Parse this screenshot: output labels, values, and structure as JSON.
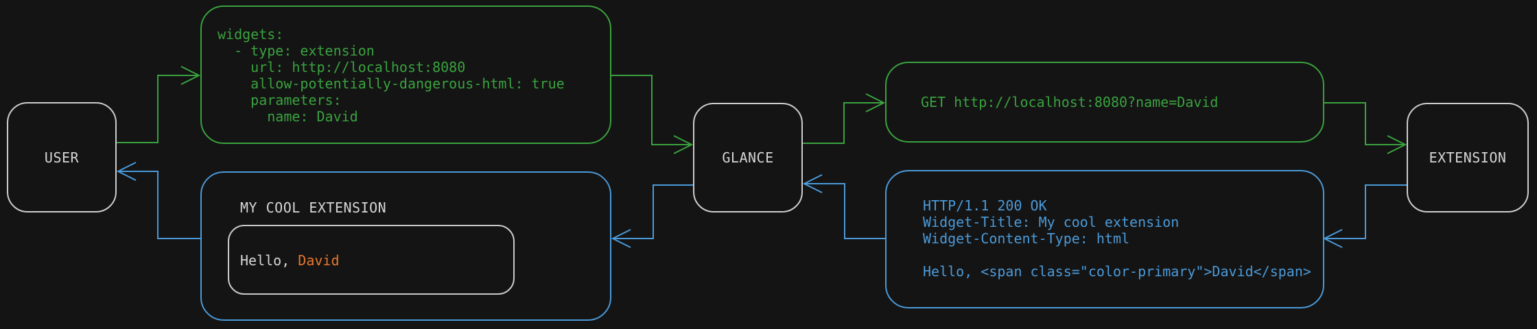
{
  "colors": {
    "background": "#141414",
    "green": "#3aa23f",
    "blue": "#4b9ad9",
    "orange": "#e8772e",
    "text": "#d6d6d6",
    "node_border": "#cdcdcd"
  },
  "nodes": {
    "user": {
      "label": "USER"
    },
    "glance": {
      "label": "GLANCE"
    },
    "extension": {
      "label": "EXTENSION"
    }
  },
  "config_box": {
    "lines": [
      "widgets:",
      "  - type: extension",
      "    url: http://localhost:8080",
      "    allow-potentially-dangerous-html: true",
      "    parameters:",
      "      name: David"
    ]
  },
  "request_box": {
    "text": "GET http://localhost:8080?name=David"
  },
  "response_box": {
    "lines": [
      "HTTP/1.1 200 OK",
      "Widget-Title: My cool extension",
      "Widget-Content-Type: html",
      "",
      "Hello, <span class=\"color-primary\">David</span>"
    ]
  },
  "widget_box": {
    "title": "MY COOL EXTENSION",
    "greeting_prefix": "Hello, ",
    "greeting_name": "David"
  }
}
